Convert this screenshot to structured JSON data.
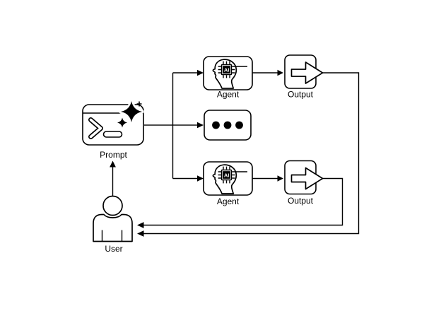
{
  "diagram": {
    "description": "Multi-agent prompt workflow: user sends prompt to multiple agents, each agent produces output returned to the user",
    "colors": {
      "background": "#ffffff",
      "line": "#000000",
      "prompt_connector": "#4d4d4d",
      "node_fill": "#ffffff"
    },
    "nodes": {
      "prompt": {
        "label": "Prompt",
        "icon": "terminal-sparkle-icon"
      },
      "agent_top": {
        "label": "Agent",
        "icon": "head-ai-chip-icon",
        "chip_label": "AI"
      },
      "ellipsis": {
        "icon": "ellipsis-dots-icon"
      },
      "agent_bottom": {
        "label": "Agent",
        "icon": "head-ai-chip-icon",
        "chip_label": "AI"
      },
      "output_top": {
        "label": "Output",
        "icon": "block-arrow-icon"
      },
      "output_bottom": {
        "label": "Output",
        "icon": "block-arrow-icon"
      },
      "user": {
        "label": "User",
        "icon": "person-icon"
      }
    },
    "edges": [
      {
        "from": "user",
        "to": "prompt"
      },
      {
        "from": "prompt",
        "to": "agent_top"
      },
      {
        "from": "prompt",
        "to": "ellipsis"
      },
      {
        "from": "prompt",
        "to": "agent_bottom"
      },
      {
        "from": "agent_top",
        "to": "output_top"
      },
      {
        "from": "agent_bottom",
        "to": "output_bottom"
      },
      {
        "from": "output_top",
        "to": "user"
      },
      {
        "from": "output_bottom",
        "to": "user"
      }
    ]
  }
}
